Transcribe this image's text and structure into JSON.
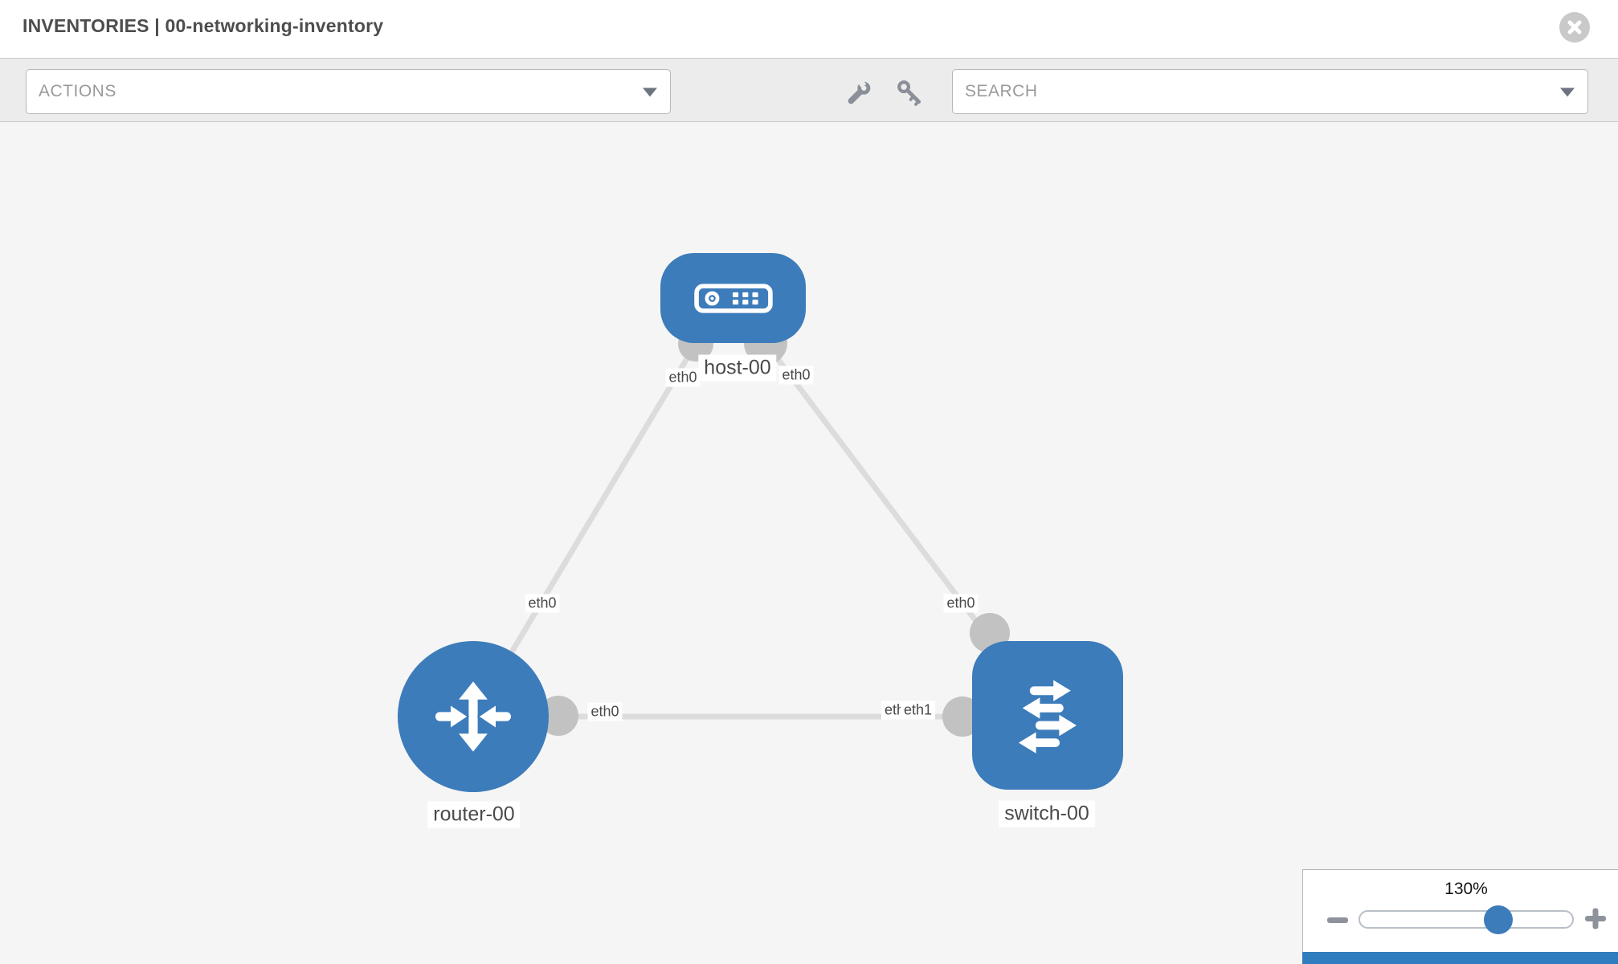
{
  "header": {
    "title": "INVENTORIES | 00-networking-inventory"
  },
  "toolbar": {
    "actions_placeholder": "ACTIONS",
    "search_placeholder": "SEARCH",
    "tools": [
      {
        "icon": "wrench-icon"
      },
      {
        "icon": "key-icon"
      }
    ]
  },
  "topology": {
    "nodes": [
      {
        "id": "host-00",
        "type": "host",
        "label": "host-00",
        "icon": "server-icon"
      },
      {
        "id": "router-00",
        "type": "router",
        "label": "router-00",
        "icon": "router-arrows-icon"
      },
      {
        "id": "switch-00",
        "type": "switch",
        "label": "switch-00",
        "icon": "switch-arrows-icon"
      }
    ],
    "links": [
      {
        "source": "host-00",
        "target": "router-00",
        "source_interface": "eth0",
        "target_interface": "eth0"
      },
      {
        "source": "host-00",
        "target": "switch-00",
        "source_interface": "eth0",
        "target_interface": "eth0"
      },
      {
        "source": "router-00",
        "target": "switch-00",
        "source_interface": "eth0",
        "target_interface": "eth1",
        "target_interface_overlapped": "eth0"
      }
    ]
  },
  "zoom_control": {
    "level": "130%"
  },
  "colors": {
    "node_blue": "#3d7cba",
    "link_gray": "#dcdcdc",
    "connector_gray": "#c2c2c2",
    "toolbar_bg": "#ececec",
    "canvas_bg": "#f5f5f5",
    "bottom_accent_blue": "#2f7cbe"
  }
}
